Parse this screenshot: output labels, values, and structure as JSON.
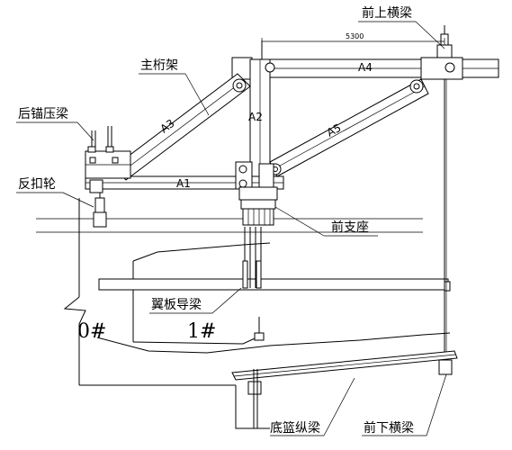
{
  "labels": {
    "front_upper_crossbeam": "前上横梁",
    "main_truss": "主桁架",
    "rear_anchor_beam": "后锚压梁",
    "reverse_hook_wheel": "反扣轮",
    "front_support": "前支座",
    "wing_guide_beam": "翼板导梁",
    "bottom_longitudinal_beam": "底篮纵梁",
    "front_lower_crossbeam": "前下横梁"
  },
  "members": {
    "a1": "A1",
    "a2": "A2",
    "a3": "A3",
    "a4": "A4",
    "a5": "A5"
  },
  "dimension": "5300",
  "segments": {
    "seg0": "0#",
    "seg1": "1#"
  }
}
